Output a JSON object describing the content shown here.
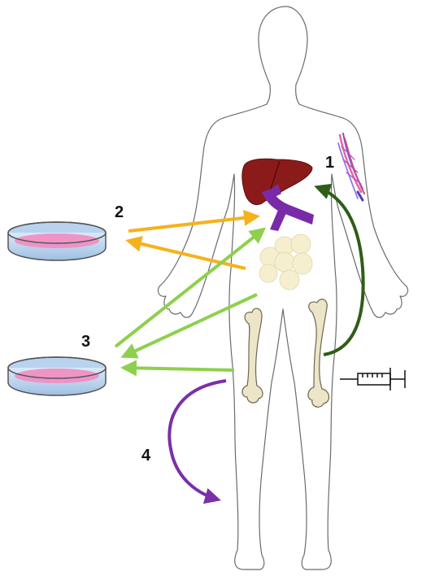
{
  "labels": {
    "step_1": "1",
    "step_2": "2",
    "step_3": "3",
    "step_4": "4"
  },
  "colors": {
    "outline": "#6b6b6b",
    "liver": "#8b1a1a",
    "vessel": "#7a2aa8",
    "adipose": "#f6efcf",
    "bone": "#ece5c8",
    "dish_rim": "#a9c6e8",
    "medium": "#ef8fc4",
    "arrow_orange": "#f5b21b",
    "arrow_green": "#8ed04d",
    "arrow_darkgreen": "#2f5d17",
    "arrow_purple": "#7b2fa8"
  },
  "icons": [
    "body-outline",
    "liver-icon",
    "blood-vessel-icon",
    "adipose-tissue-icon",
    "bone-icon",
    "muscle-fiber-icon",
    "petri-dish-icon",
    "syringe-icon"
  ]
}
